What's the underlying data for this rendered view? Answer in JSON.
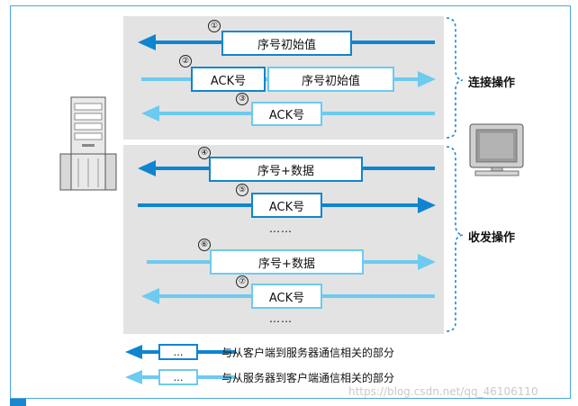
{
  "steps": [
    {
      "num": "①",
      "direction": "to-server",
      "style": "dark",
      "boxes": [
        "序号初始值"
      ]
    },
    {
      "num": "②",
      "direction": "to-client",
      "style": "light",
      "boxes": [
        "ACK号",
        "序号初始值"
      ]
    },
    {
      "num": "③",
      "direction": "to-server",
      "style": "light",
      "boxes": [
        "ACK号"
      ]
    },
    {
      "num": "④",
      "direction": "to-server",
      "style": "dark",
      "boxes": [
        "序号+数据"
      ]
    },
    {
      "num": "⑤",
      "direction": "to-client",
      "style": "dark",
      "boxes": [
        "ACK号"
      ]
    },
    {
      "num": "⑥",
      "direction": "to-client",
      "style": "light",
      "boxes": [
        "序号+数据"
      ]
    },
    {
      "num": "⑦",
      "direction": "to-server",
      "style": "light",
      "boxes": [
        "ACK号"
      ]
    }
  ],
  "ellipsis": "……",
  "groups": {
    "connection_label": "连接操作",
    "transfer_label": "收发操作"
  },
  "legend": [
    {
      "box_text": "…",
      "text": "与从客户端到服务器通信相关的部分",
      "style": "dark"
    },
    {
      "box_text": "…",
      "text": "与从服务器到客户端通信相关的部分",
      "style": "light"
    }
  ],
  "watermark": "https://blog.csdn.net/qq_46106110",
  "colors": {
    "dark_blue": "#0f85cf",
    "light_blue": "#6ccbef",
    "panel_gray": "#e3e3e3",
    "frame_blue": "#4aa8dc"
  },
  "icons": [
    "server-icon",
    "client-monitor-icon"
  ]
}
